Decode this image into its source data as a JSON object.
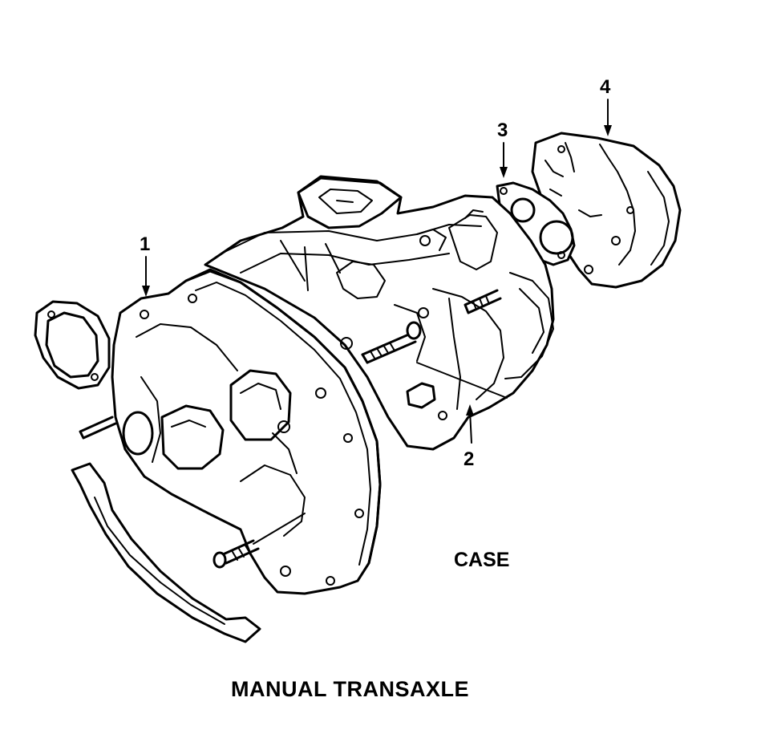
{
  "diagram": {
    "callouts": [
      {
        "id": "1",
        "label": "1"
      },
      {
        "id": "2",
        "label": "2"
      },
      {
        "id": "3",
        "label": "3"
      },
      {
        "id": "4",
        "label": "4"
      }
    ],
    "section_label": "CASE",
    "title": "MANUAL TRANSAXLE"
  }
}
